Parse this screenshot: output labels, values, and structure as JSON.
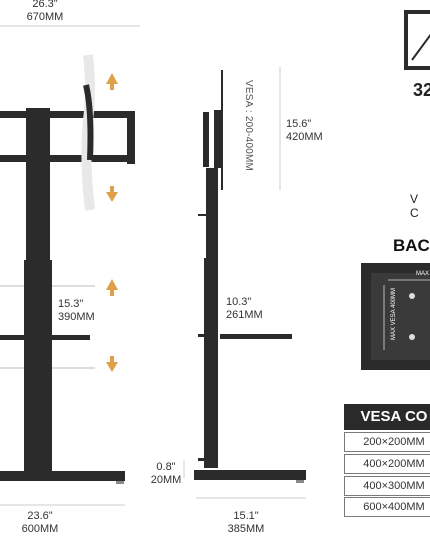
{
  "front_view": {
    "top_width": {
      "inches": "26.3\"",
      "mm": "670MM"
    },
    "height_adjust": {
      "inches": "15.3\"",
      "mm": "390MM"
    },
    "base_width": {
      "inches": "23.6\"",
      "mm": "600MM"
    }
  },
  "side_view": {
    "vesa_label": "VESA : 200-400MM",
    "mount_height": {
      "inches": "15.6\"",
      "mm": "420MM"
    },
    "shelf_gap": {
      "inches": "10.3\"",
      "mm": "261MM"
    },
    "base_thickness": {
      "inches": "0.8\"",
      "mm": "20MM"
    },
    "base_depth": {
      "inches": "15.1\"",
      "mm": "385MM"
    }
  },
  "right_panel": {
    "screen_size": "32",
    "vc_label": "V C",
    "back_title": "BAC",
    "back_panel_top_label": "MAX",
    "back_panel_side_label": "MAX VESA 400MM"
  },
  "vesa_table": {
    "header": "VESA CO",
    "rows": [
      "200×200MM",
      "400×200MM",
      "400×300MM",
      "600×400MM"
    ]
  },
  "colors": {
    "frame": "#2b2b2b",
    "arrow": "#e0a04a",
    "guide": "#cccccc"
  }
}
